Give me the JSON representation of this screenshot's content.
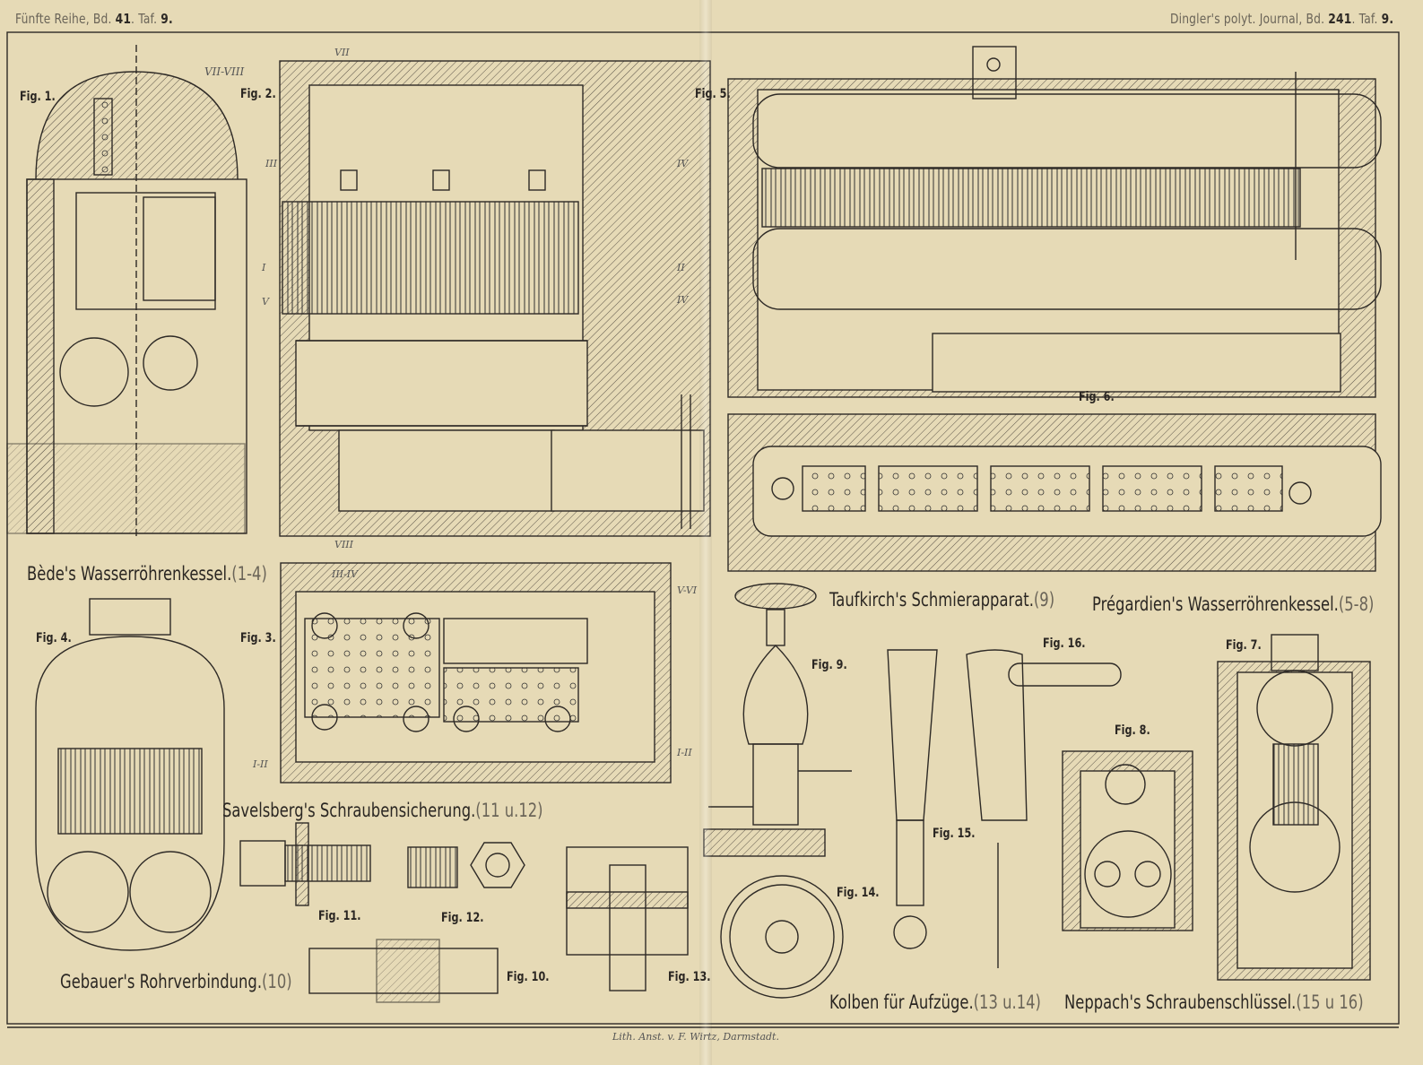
{
  "header": {
    "left": {
      "series": "Fünfte Reihe, Bd.",
      "volume": "41",
      "plate_prefix": ". Taf.",
      "plate": "9."
    },
    "right": {
      "journal": "Dingler's polyt. Journal, Bd.",
      "volume": "241",
      "plate_prefix": ". Taf.",
      "plate": "9."
    }
  },
  "captions": [
    {
      "title": "Bède's Wasserröhrenkessel.",
      "range": "(1-4)"
    },
    {
      "title": "Taufkirch's Schmierapparat.",
      "range": "(9)"
    },
    {
      "title": "Prégardien's Wasserröhrenkessel.",
      "range": "(5-8)"
    },
    {
      "title": "Savelsberg's Schraubensicherung.",
      "range": "(11 u.12)"
    },
    {
      "title": "Gebauer's Rohrverbindung.",
      "range": "(10)"
    },
    {
      "title": "Kolben für Aufzüge.",
      "range": "(13 u.14)"
    },
    {
      "title": "Neppach's Schraubenschlüssel.",
      "range": "(15 u 16)"
    }
  ],
  "figures": [
    "Fig. 1.",
    "Fig. 2.",
    "Fig. 5.",
    "Fig. 6.",
    "Fig. 4.",
    "Fig. 3.",
    "Fig. 9.",
    "Fig. 16.",
    "Fig. 7.",
    "Fig. 8.",
    "Fig. 15.",
    "Fig. 14.",
    "Fig. 11.",
    "Fig. 12.",
    "Fig. 10.",
    "Fig. 13."
  ],
  "section_marks": [
    "VII-VIII",
    "VII",
    "III",
    "IV",
    "I",
    "II",
    "V",
    "IV",
    "VIII",
    "III-IV",
    "V-VI",
    "I-II",
    "I-II"
  ],
  "footer": {
    "lithographer": "Lith. Anst. v. F. Wirtz, Darmstadt."
  },
  "colors": {
    "paper": "#e6dab6",
    "ink": "#2e2a26"
  }
}
